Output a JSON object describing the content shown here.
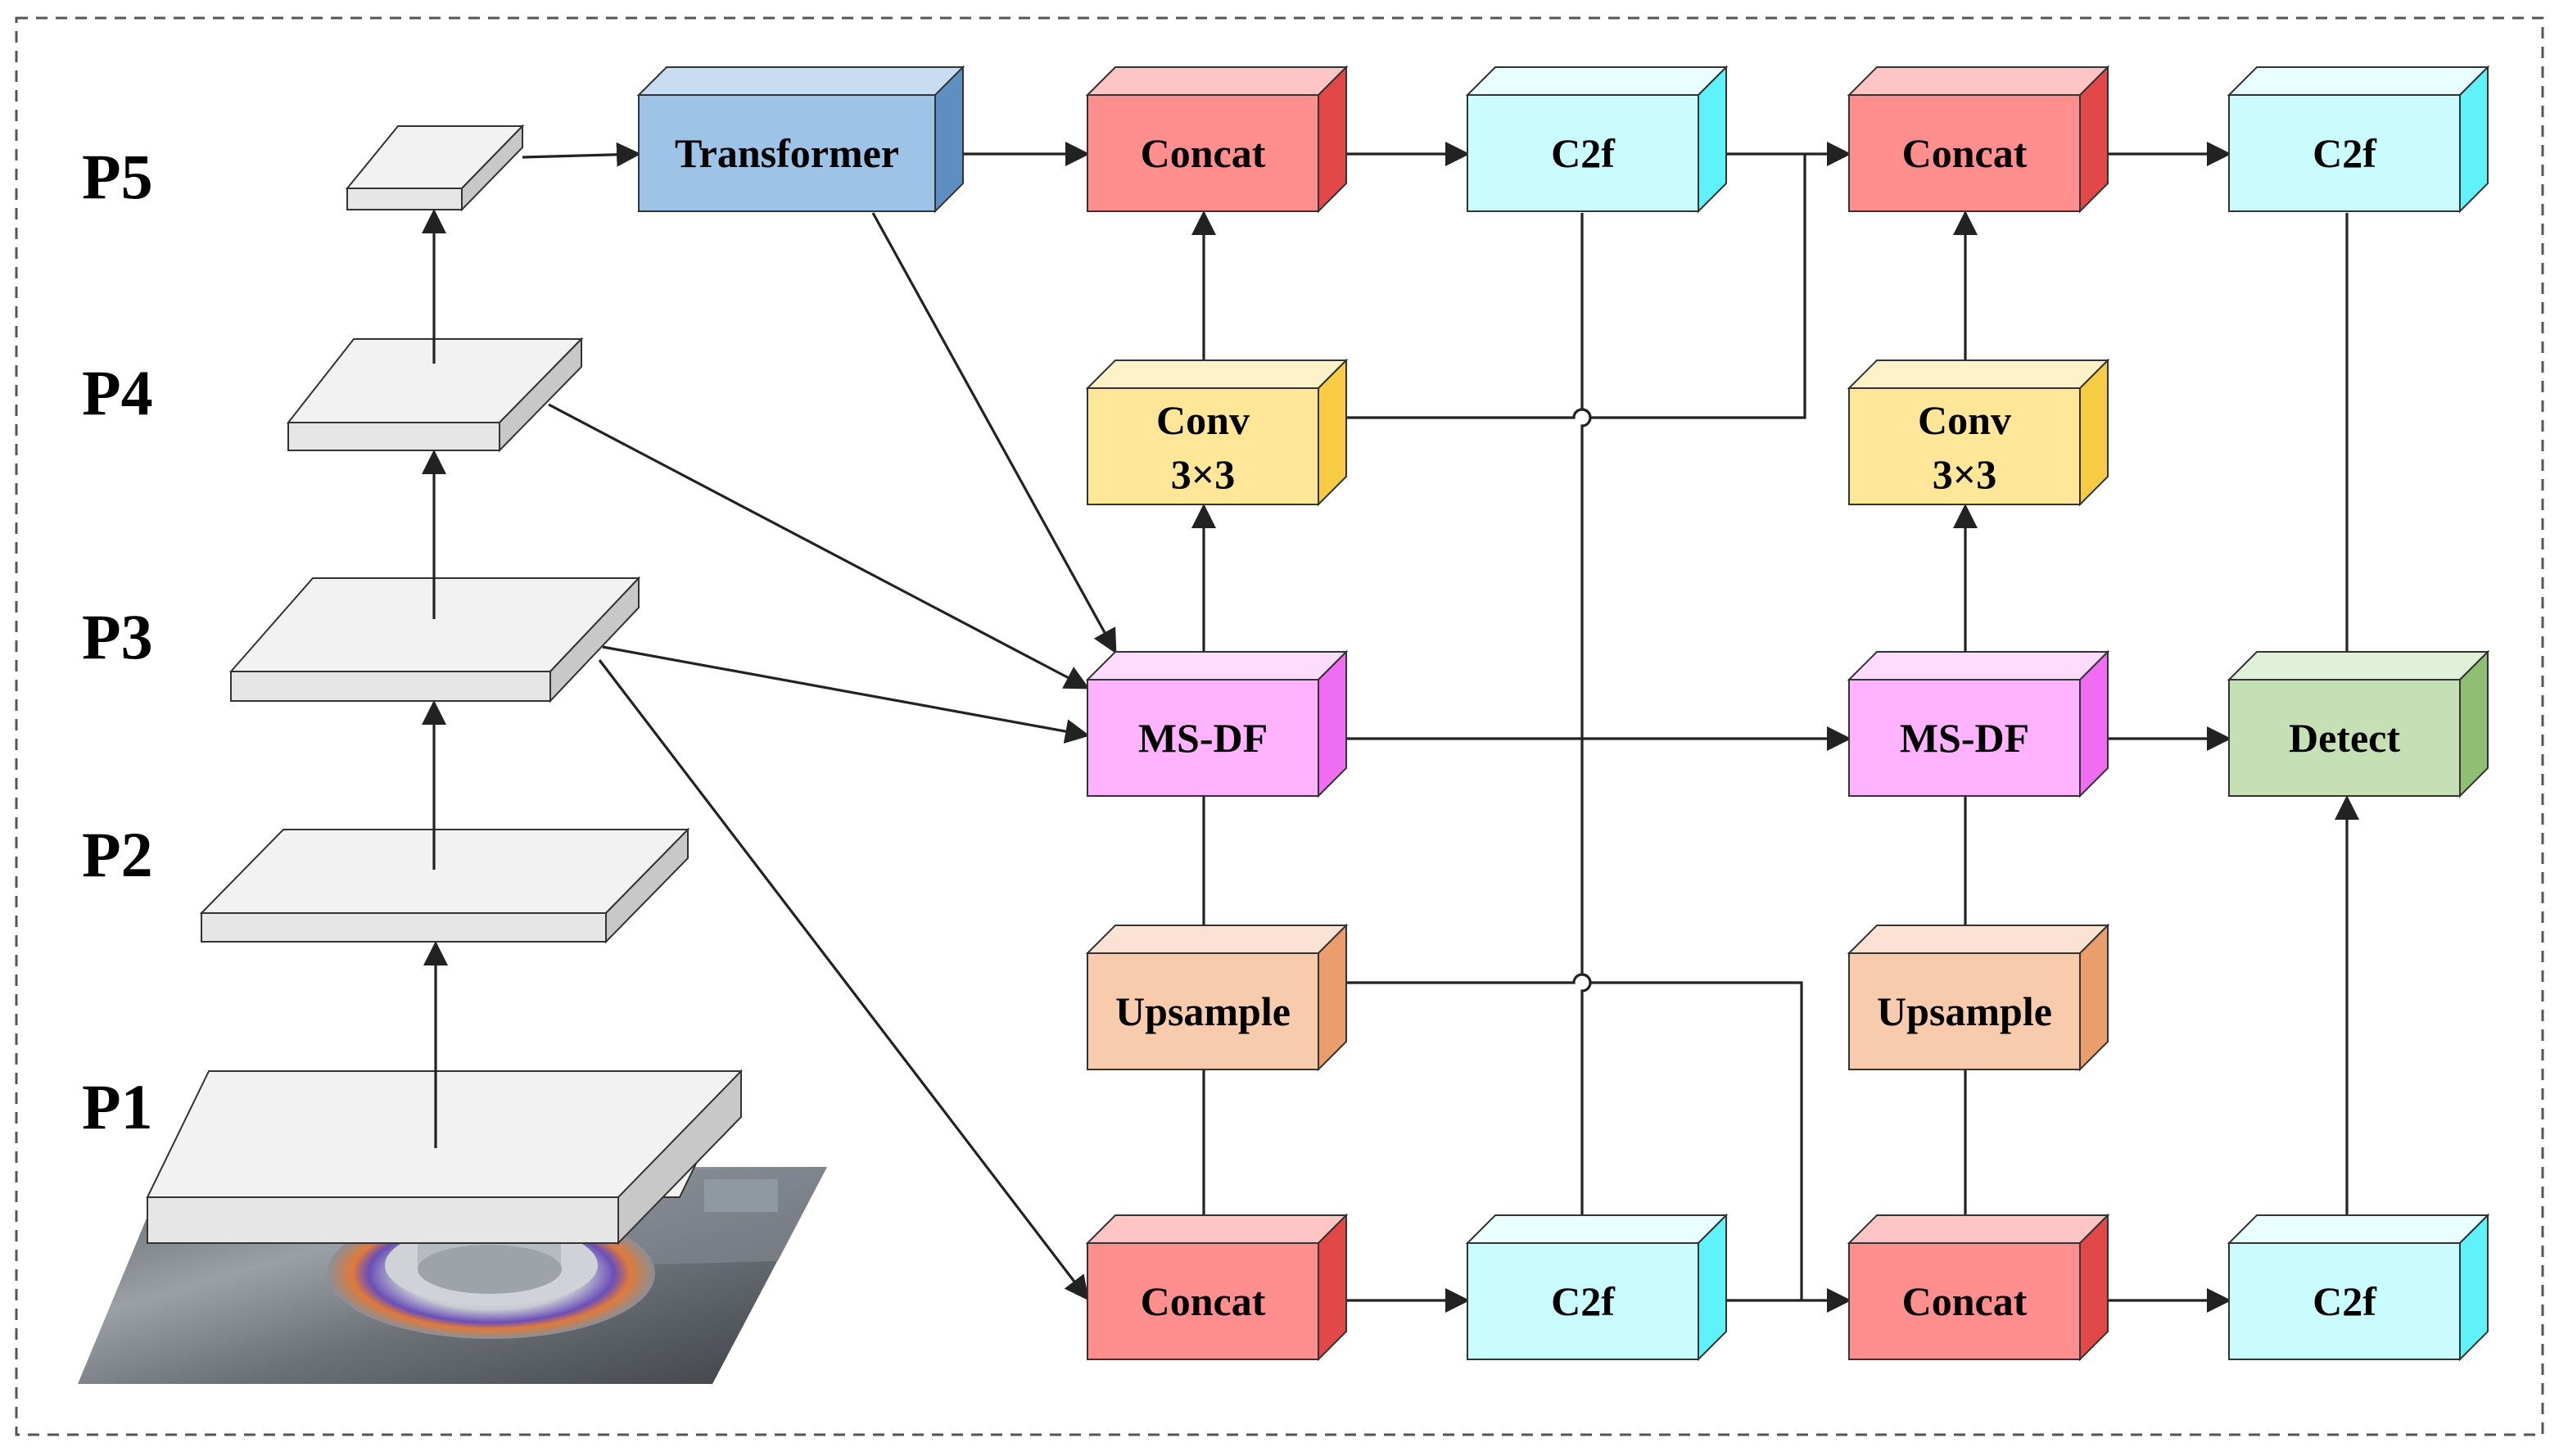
{
  "levels": {
    "p1": "P1",
    "p2": "P2",
    "p3": "P3",
    "p4": "P4",
    "p5": "P5"
  },
  "blocks": {
    "transformer": "Transformer",
    "concat_top_1": "Concat",
    "c2f_top_1": "C2f",
    "concat_top_2": "Concat",
    "c2f_top_2": "C2f",
    "conv_1_line1": "Conv",
    "conv_1_line2": "3×3",
    "conv_2_line1": "Conv",
    "conv_2_line2": "3×3",
    "msdf_1": "MS-DF",
    "msdf_2": "MS-DF",
    "detect": "Detect",
    "upsample_1": "Upsample",
    "upsample_2": "Upsample",
    "concat_bottom_1": "Concat",
    "c2f_bottom_1": "C2f",
    "concat_bottom_2": "Concat",
    "c2f_bottom_2": "C2f"
  },
  "colors": {
    "frame_border": "#555555",
    "pyramid_face": "#e6e6e6",
    "pyramid_top": "#f2f2f2",
    "pyramid_side": "#c8c8c8",
    "transformer": "#9dc3e6",
    "concat": "#ff8f8f",
    "c2f": "#c9fbff",
    "conv": "#ffe699",
    "msdf": "#ffb3ff",
    "upsample": "#f8cbad",
    "detect": "#c5e0b4",
    "arrow": "#222222"
  },
  "icons": {
    "input_photo": "welding-workpiece-photo"
  }
}
